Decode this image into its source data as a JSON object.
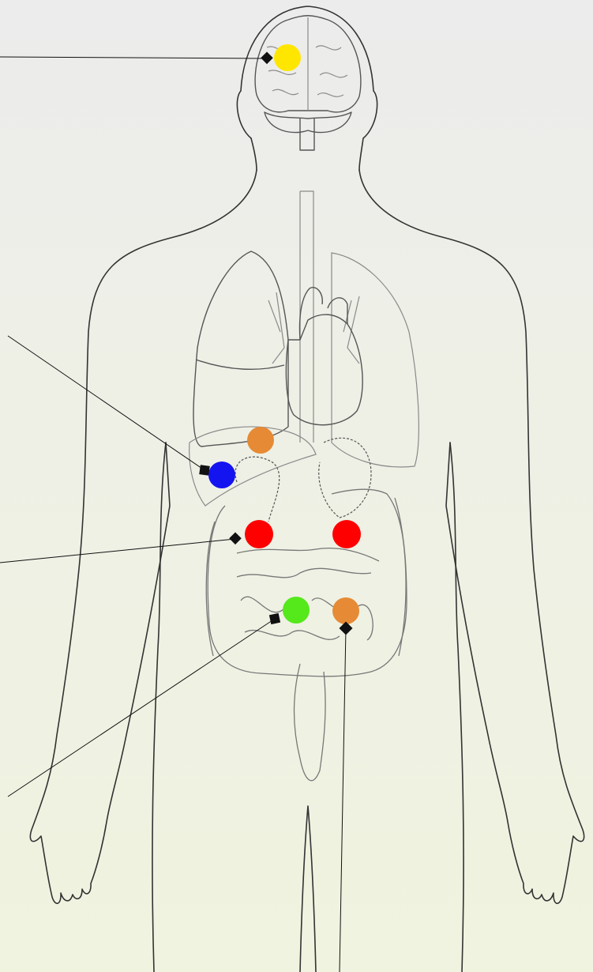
{
  "diagram": {
    "colors": {
      "yellow": "#ffe600",
      "orange": "#e68a35",
      "blue": "#1414f0",
      "red": "#ff0000",
      "green": "#55e81b",
      "line": "#111111",
      "outline": "#333333"
    },
    "markers": [
      {
        "name": "brain-marker",
        "color": "yellow"
      },
      {
        "name": "liver-marker",
        "color": "orange"
      },
      {
        "name": "gallbladder-marker",
        "color": "blue"
      },
      {
        "name": "right-kidney-marker",
        "color": "red"
      },
      {
        "name": "left-kidney-marker",
        "color": "red"
      },
      {
        "name": "small-intestine-marker",
        "color": "green"
      },
      {
        "name": "colon-marker",
        "color": "orange"
      }
    ],
    "labels": []
  }
}
